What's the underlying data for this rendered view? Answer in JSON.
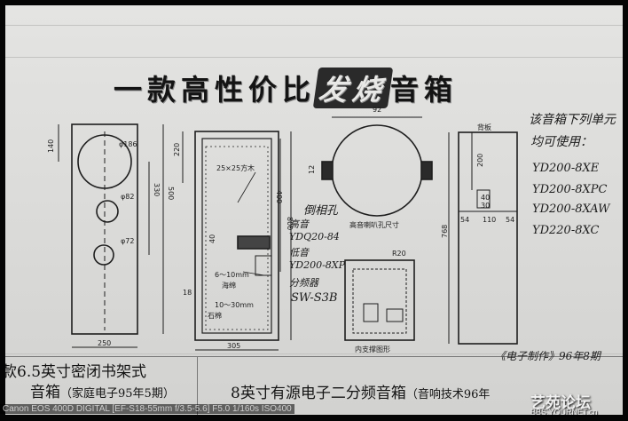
{
  "headline": {
    "part1": "一款高性价比",
    "part2": "发烧",
    "part3": "音箱"
  },
  "drawing1": {
    "dims": [
      "140",
      "φ186",
      "330",
      "500",
      "φ82",
      "φ72",
      "250"
    ]
  },
  "drawing2": {
    "dims": [
      "220",
      "400",
      "800",
      "40",
      "18",
      "305"
    ],
    "labels": {
      "wood_strip": "25×25方木",
      "thickness1": "6～10mm",
      "thickness1_material": "海绵",
      "thickness2": "10～30mm",
      "thickness2_material": "石棉"
    }
  },
  "drawing3": {
    "dims": [
      "92",
      "12"
    ],
    "label": "高音喇叭孔尺寸"
  },
  "drawing4": {
    "dims": [
      "R20"
    ],
    "label": "内支撑图形"
  },
  "drawing5": {
    "title": "背板",
    "dims": [
      "200",
      "768",
      "40",
      "30",
      "54",
      "110",
      "54"
    ]
  },
  "annotations": {
    "tube_label": "倒相孔",
    "tweeter_label": "高音",
    "tweeter_model": "YDQ20-84",
    "woofer_label": "低音",
    "woofer_model": "YD200-8XP",
    "crossover_label": "分频器",
    "crossover_model": "SW-S3B"
  },
  "right_notes": {
    "line1": "该音箱下列单元",
    "line2": "均可使用：",
    "models": [
      "YD200-8XE",
      "YD200-8XPC",
      "YD200-8XAW",
      "YD220-8XC"
    ]
  },
  "captions": {
    "left_line1": "款6.5英寸密闭书架式",
    "left_line2_main": "音箱",
    "left_line2_src": "（家庭电子95年5期）",
    "right_main": "8英寸有源电子二分频音箱",
    "right_src": "（音响技术96年",
    "signature": "《电子制作》96年8期"
  },
  "photo": {
    "exif": "Canon EOS 400D DIGITAL [EF-S18-55mm f/3.5-5.6] F5.0 1/160s ISO400"
  },
  "watermark": {
    "title": "艺苑论坛",
    "url": "BBS.YOURNET.cn"
  }
}
